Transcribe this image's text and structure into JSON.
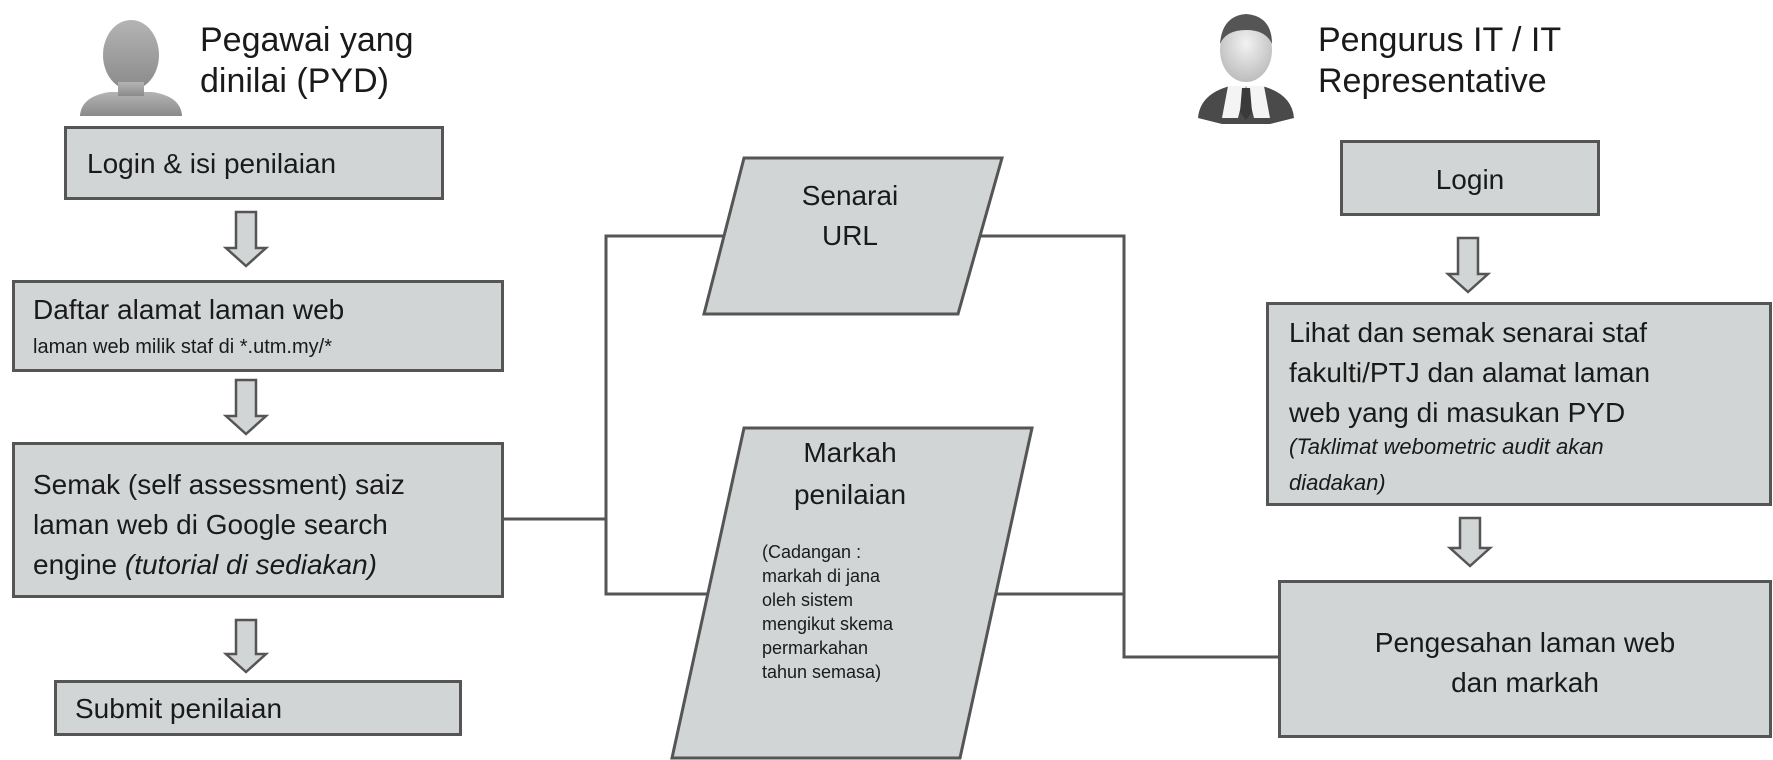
{
  "actors": {
    "left": {
      "label_line1": "Pegawai yang",
      "label_line2": "dinilai (PYD)",
      "icon": "person-silhouette-icon"
    },
    "right": {
      "label_line1": "Pengurus IT / IT",
      "label_line2": "Representative",
      "icon": "businessman-icon"
    }
  },
  "left_flow": {
    "step1": "Login & isi penilaian",
    "step2_title": "Daftar alamat laman web",
    "step2_sub": "laman web milik staf di *.utm.my/*",
    "step3_line1": "Semak (self assessment) saiz",
    "step3_line2": "laman web di Google search",
    "step3_line3_plain": "engine ",
    "step3_line3_italic": "(tutorial di sediakan)",
    "step4": "Submit penilaian"
  },
  "center": {
    "data1_line1": "Senarai",
    "data1_line2": "URL",
    "data2_line1": "Markah",
    "data2_line2": "penilaian",
    "data2_note": [
      "(Cadangan :",
      "markah di jana",
      "oleh sistem",
      "mengikut skema",
      "permarkahan",
      "tahun semasa)"
    ]
  },
  "right_flow": {
    "step1": "Login",
    "step2_lines": [
      "Lihat dan semak senarai staf",
      "fakulti/PTJ dan alamat laman",
      "web yang di masukan PYD"
    ],
    "step2_italic_lines": [
      "(Taklimat webometric audit akan",
      "diadakan)"
    ],
    "step3_line1": "Pengesahan laman web",
    "step3_line2": "dan markah"
  },
  "colors": {
    "box_fill": "#d1d5d5",
    "border": "#555555",
    "arrow_fill": "#d1d5d5",
    "connector": "#555555"
  }
}
